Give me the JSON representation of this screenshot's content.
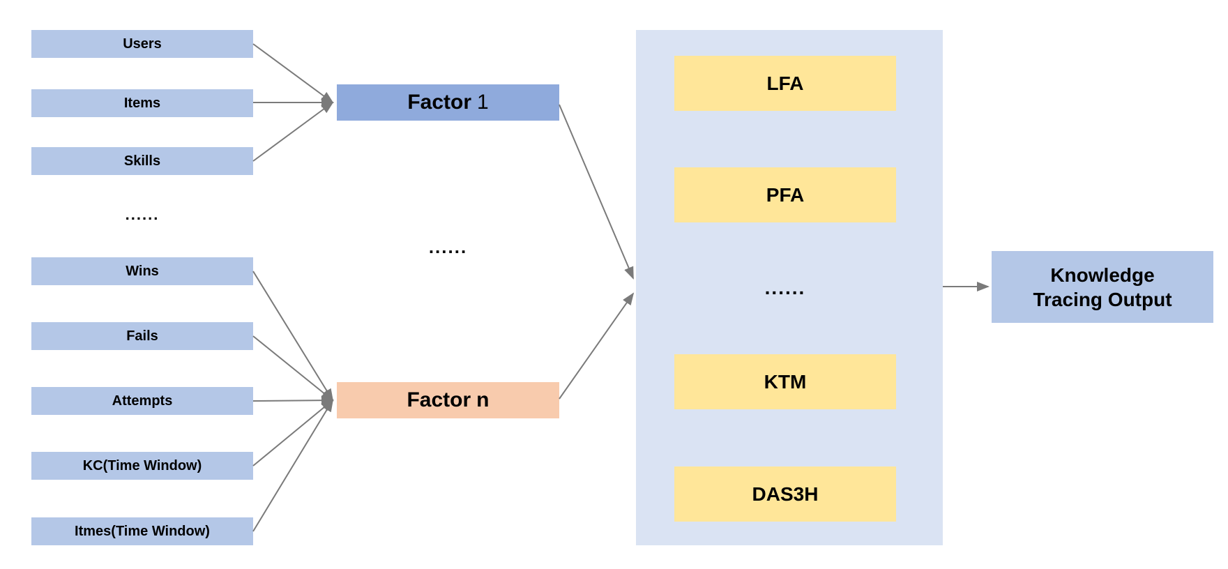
{
  "inputs": {
    "group1": [
      "Users",
      "Items",
      "Skills"
    ],
    "ellipsis": "......",
    "group2": [
      "Wins",
      "Fails",
      "Attempts",
      "KC(Time Window)",
      "Itmes(Time Window)"
    ]
  },
  "factors": {
    "factor1": {
      "name": "Factor",
      "index": "1"
    },
    "ellipsis": "......",
    "factorN": {
      "name": "Factor",
      "index": "n"
    }
  },
  "models": {
    "items": [
      "LFA",
      "PFA",
      "......",
      "KTM",
      "DAS3H"
    ]
  },
  "output": {
    "label": "Knowledge Tracing Output"
  },
  "colors": {
    "input_box": "#B4C7E7",
    "factor1_box": "#8FAADC",
    "factor_n_box": "#F8CBAD",
    "panel": "#DAE3F3",
    "model_box": "#FFE699",
    "output_box": "#B4C7E7",
    "arrow": "#7A7A7A",
    "text": "#000000"
  }
}
